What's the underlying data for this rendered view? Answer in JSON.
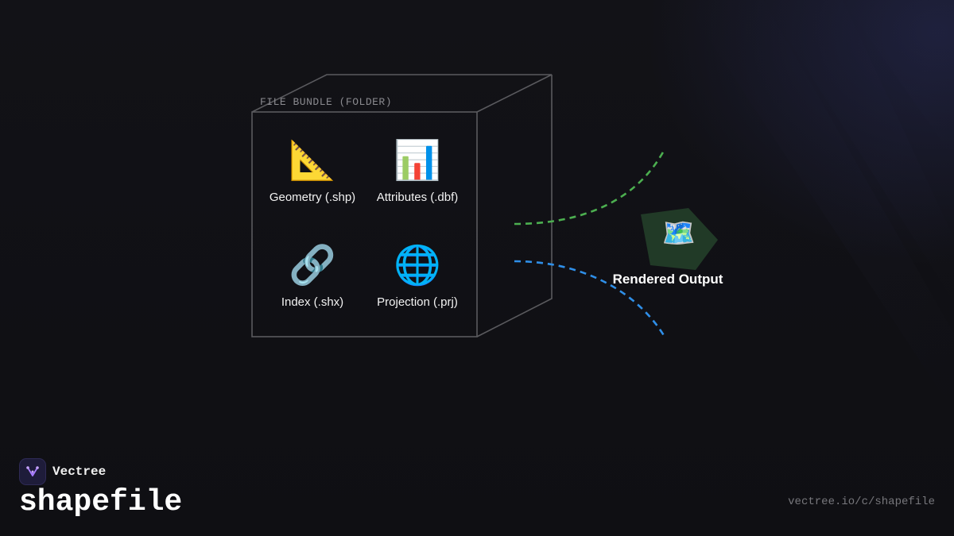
{
  "diagram": {
    "bundle_label": "FILE BUNDLE (FOLDER)",
    "files": [
      {
        "icon": "triangular-ruler-icon",
        "glyph": "📐",
        "label": "Geometry (.shp)"
      },
      {
        "icon": "bar-chart-icon",
        "glyph": "📊",
        "label": "Attributes (.dbf)"
      },
      {
        "icon": "link-icon",
        "glyph": "🔗",
        "label": "Index (.shx)"
      },
      {
        "icon": "globe-icon",
        "glyph": "🌐",
        "label": "Projection (.prj)"
      }
    ],
    "output": {
      "icon": "world-map-icon",
      "glyph": "🗺️",
      "label": "Rendered Output"
    },
    "colors": {
      "box_stroke": "#5a5a5e",
      "green_connector": "#4caf50",
      "blue_connector": "#2f8fe8",
      "output_shape": "#213a27"
    }
  },
  "brand": {
    "name": "Vectree",
    "logo_icon": "vectree-logo-icon"
  },
  "page": {
    "title": "shapefile",
    "url": "vectree.io/c/shapefile"
  }
}
